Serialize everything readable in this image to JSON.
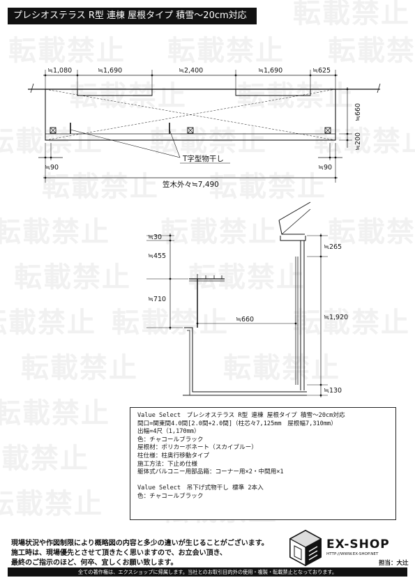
{
  "header": {
    "title": "プレシオステラス R型 連棟 屋根タイプ 積雪〜20cm対応"
  },
  "watermark": {
    "text": "転載禁止"
  },
  "plan": {
    "top_dims": [
      "≒1,080",
      "≒1,690",
      "≒2,400",
      "≒1,690",
      "≒625"
    ],
    "right_dims": [
      "≒660",
      "≒200"
    ],
    "callout": "T字型物干し",
    "post_offset_left": "≒90",
    "post_offset_right": "≒90",
    "overall": "笠木外々≒7,490"
  },
  "section": {
    "d30": "≒30",
    "d455": "≒455",
    "d710": "≒710",
    "d660": "≒660",
    "d265": "≒265",
    "d1920": "≒1,920",
    "d130": "≒130"
  },
  "spec": {
    "lines": [
      "Value Select　プレシオステラス R型 連棟 屋根タイプ 積雪〜20cm対応",
      "間口=関東間4.0間[2.0間+2.0間]（柱芯々7,125mm　屋根幅7,310mm）",
      "出幅=4尺（1,170mm）",
      "色：チャコールブラック",
      "屋根材：ポリカーボネート（スカイブルー）",
      "柱仕様：柱奥行移動タイプ",
      "施工方法：下止め仕様",
      "躯体式バルコニー用部品箱：コーナー用×2・中間用×1"
    ],
    "lines2": [
      "Value Select　吊下げ式物干し 標準 2本入",
      "色：チャコールブラック"
    ]
  },
  "notice": {
    "lines": [
      "現場状況や作図制限により概略図の内容と多少の違いが生じることがございます。",
      "施工時は、現場優先とさせて頂きたく思いますので、お立会い頂き、",
      "最終のご指示のほど、何卒、宜しくお願い致します。"
    ]
  },
  "logo": {
    "brand": "EX-SHOP",
    "url": "HTTP://WWW.EX-SHOP.NET",
    "staff": "担当：大辻"
  },
  "footer": {
    "text": "全ての著作権は、エクスショップに帰属します。当社とのお取引目的外の使用・複製・転載禁止となっております。"
  }
}
